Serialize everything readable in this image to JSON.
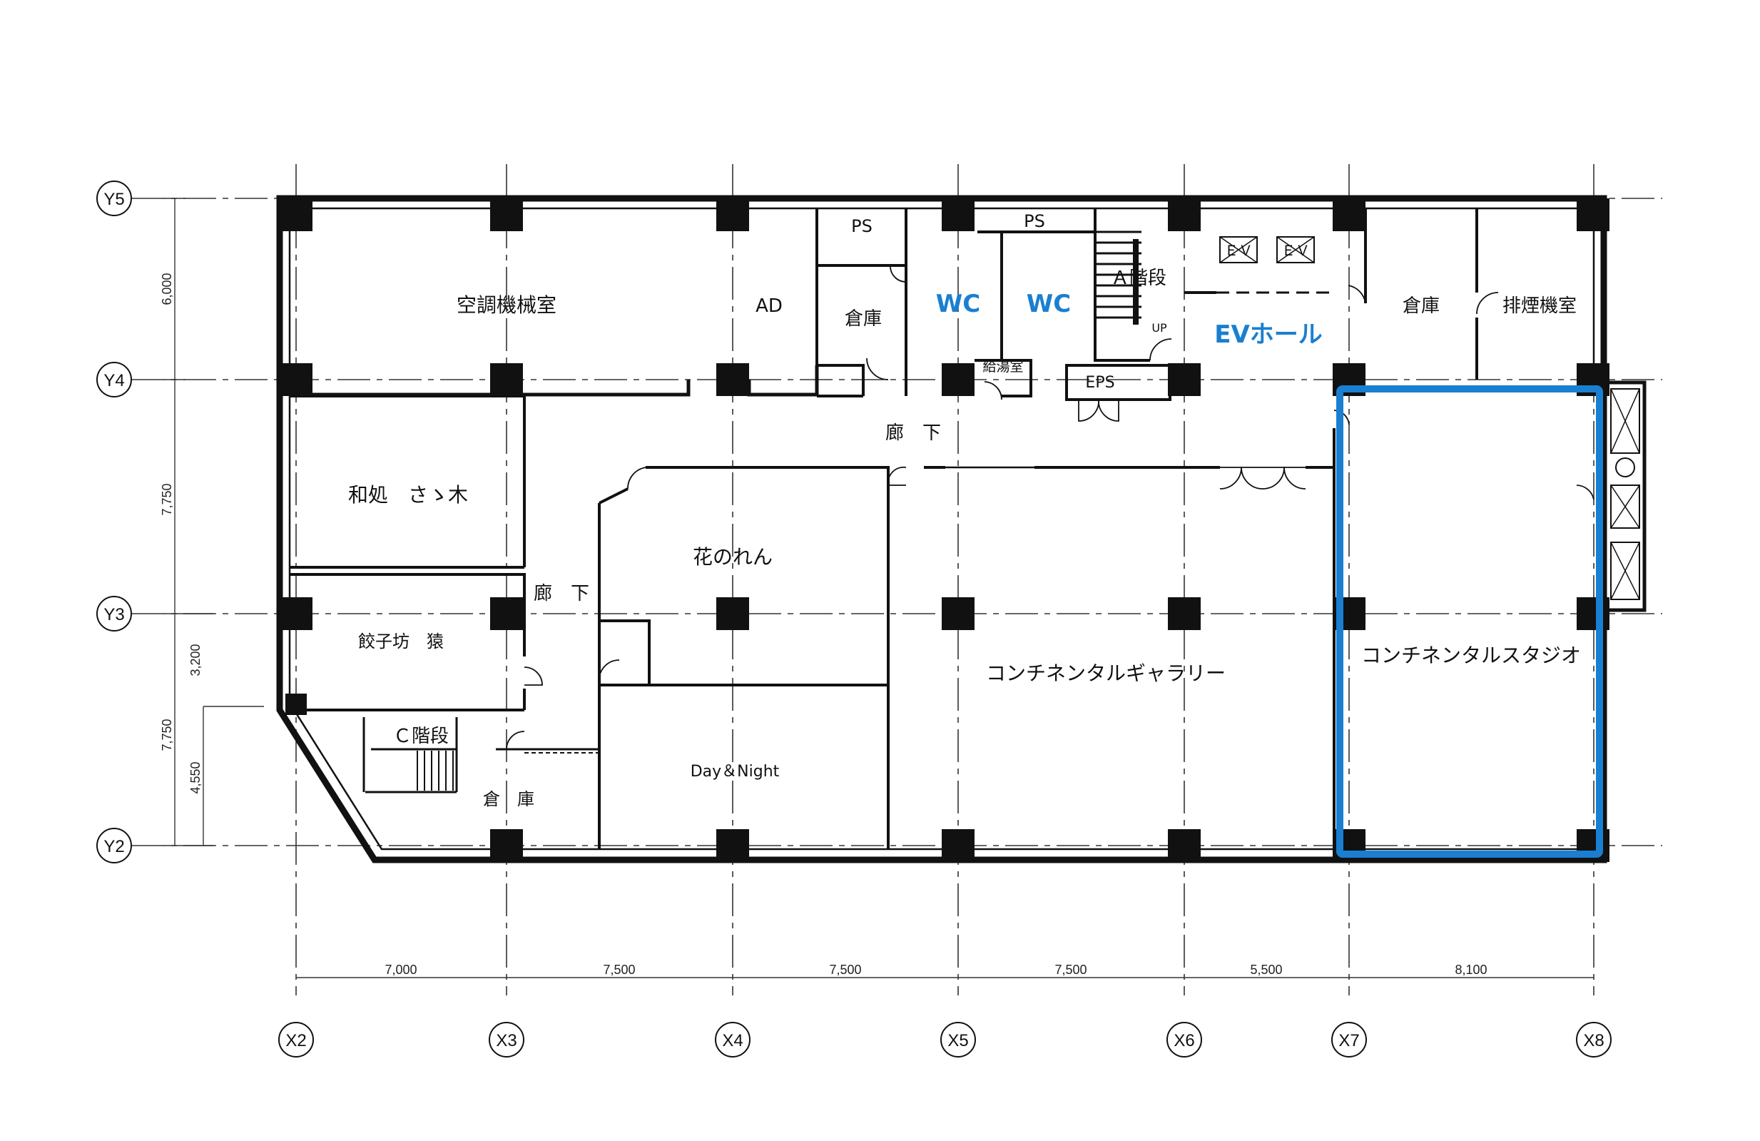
{
  "grid": {
    "x_labels": [
      "X2",
      "X3",
      "X4",
      "X5",
      "X6",
      "X7",
      "X8"
    ],
    "y_labels": [
      "Y5",
      "Y4",
      "Y3",
      "Y2"
    ]
  },
  "dimensions": {
    "x_spans": [
      "7,000",
      "7,500",
      "7,500",
      "7,500",
      "5,500",
      "8,100"
    ],
    "y_spans": [
      "6,000",
      "7,750",
      "7,750"
    ],
    "y_sub_spans": [
      "3,200",
      "4,550"
    ]
  },
  "rooms": {
    "ac_machine_room": "空調機械室",
    "ad": "AD",
    "ps_1": "PS",
    "ps_2": "PS",
    "storage_1": "倉庫",
    "wc_1": "WC",
    "wc_2": "WC",
    "stair_a": "Ａ階段",
    "up": "UP",
    "ev_1": "ＥＶ",
    "ev_2": "ＥＶ",
    "ev_hall": "EVホール",
    "storage_2": "倉庫",
    "smoke_exhaust": "排煙機室",
    "kitchenette": "給湯室",
    "eps": "EPS",
    "corridor_1": "廊　下",
    "washokoro": "和処　さゝ木",
    "corridor_2": "廊　下",
    "hananoren": "花のれん",
    "gyoza": "餃子坊　猿",
    "stair_c": "Ｃ階段",
    "storage_3": "倉　庫",
    "day_night": "Day＆Night",
    "gallery": "コンチネンタルギャラリー",
    "studio": "コンチネンタルスタジオ"
  },
  "colors": {
    "highlight": "#1a7fd0",
    "wall": "#111111"
  }
}
